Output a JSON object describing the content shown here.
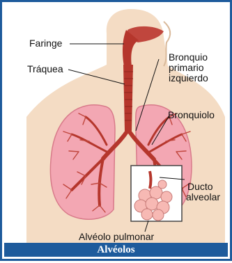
{
  "labels": {
    "pharynx": "Faringe",
    "trachea": "Tráquea",
    "bronchus_line1": "Bronquio",
    "bronchus_line2": "primario",
    "bronchus_line3": "izquierdo",
    "bronchiole": "Bronquiolo",
    "duct_line1": "Ducto",
    "duct_line2": "alveolar",
    "alveolus": "Alvéolo pulmonar"
  },
  "caption": "Alvéolos",
  "colors": {
    "frame": "#1e5b9c",
    "skin": "#f4dcc4",
    "lung": "#f3a7b3",
    "airway": "#b5362c",
    "alveoli": "#f7b9b4"
  }
}
